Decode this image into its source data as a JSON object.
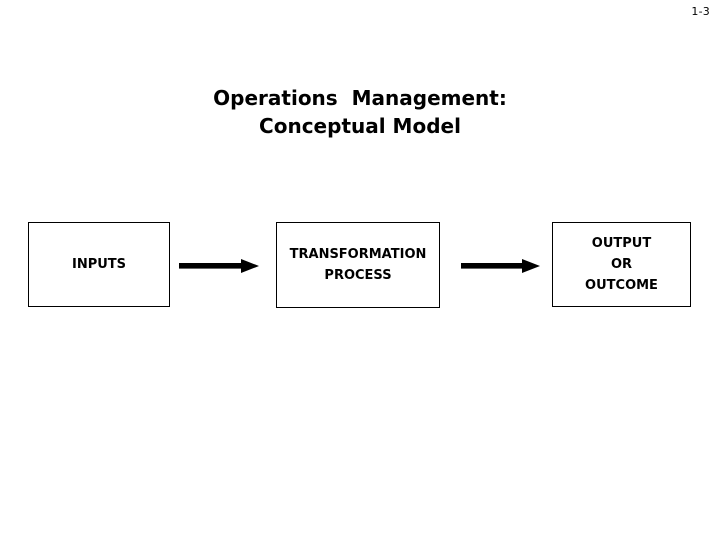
{
  "slide": {
    "page_marker": "1-3",
    "title_lines": [
      "Operations  Management:",
      "Conceptual Model"
    ],
    "background_color": "#ffffff",
    "text_color": "#000000"
  },
  "diagram": {
    "name": "operations-management-conceptual-model",
    "nodes": [
      {
        "id": "inputs",
        "label": "INPUTS"
      },
      {
        "id": "transformation",
        "label": "TRANSFORMATION\nPROCESS"
      },
      {
        "id": "output",
        "label": "OUTPUT\nOR\nOUTCOME"
      }
    ],
    "arrows": [
      {
        "id": "arrow-1",
        "from": "inputs",
        "to": "transformation",
        "direction": "right"
      },
      {
        "id": "arrow-2",
        "from": "transformation",
        "to": "output",
        "direction": "right"
      }
    ],
    "stroke_color": "#000000",
    "fill_color": "#ffffff"
  }
}
